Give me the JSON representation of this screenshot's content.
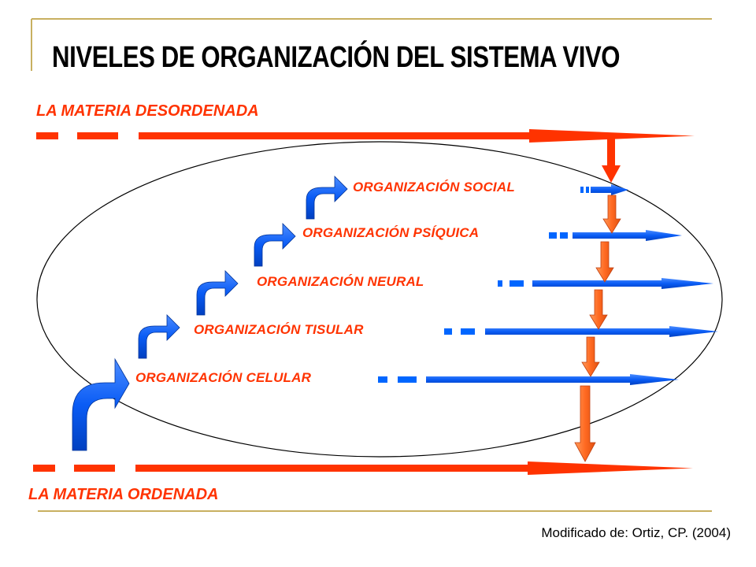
{
  "title": "NIVELES DE ORGANIZACIÓN DEL SISTEMA VIVO",
  "top_label": "LA MATERIA DESORDENADA",
  "bottom_label": "LA MATERIA ORDENADA",
  "levels": [
    "ORGANIZACIÓN SOCIAL",
    "ORGANIZACIÓN PSÍQUICA",
    "ORGANIZACIÓN NEURAL",
    "ORGANIZACIÓN TISULAR",
    "ORGANIZACIÓN CELULAR"
  ],
  "credit": "Modificado de: Ortiz, CP. (2004)",
  "colors": {
    "red": "#ff3300",
    "blue": "#0066ff",
    "orange": "#ff7733",
    "rule": "#c8b060"
  }
}
